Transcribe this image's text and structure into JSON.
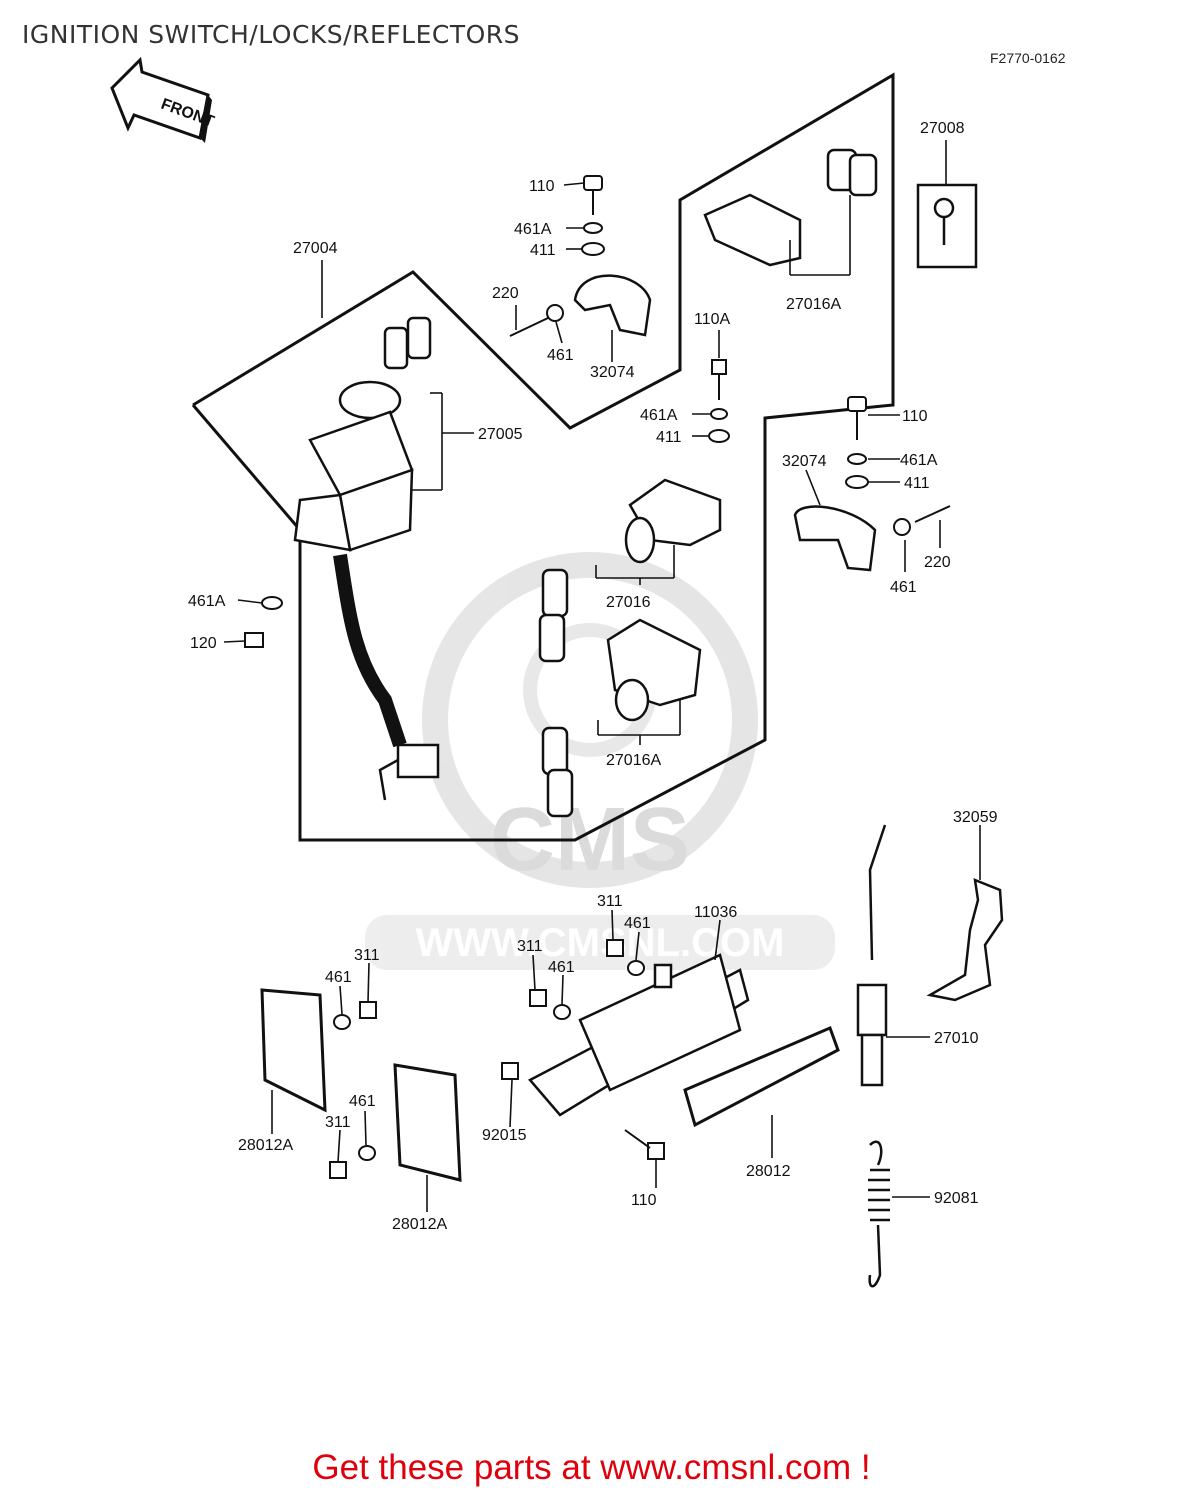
{
  "title": "IGNITION SWITCH/LOCKS/REFLECTORS",
  "figure_code": "F2770-0162",
  "front_arrow_label": "FRONT",
  "watermark": {
    "brand": "CMS",
    "url": "WWW.CMSNL.COM"
  },
  "footer": "Get these parts at www.cmsnl.com !",
  "parts": [
    "110",
    "461A",
    "411",
    "220",
    "461",
    "32074",
    "27016A",
    "27008",
    "27004",
    "110A",
    "461A",
    "411",
    "27005",
    "110",
    "461A",
    "411",
    "32074",
    "220",
    "461",
    "27016",
    "461A",
    "120",
    "27016A",
    "32059",
    "311",
    "461",
    "11036",
    "311",
    "461",
    "311",
    "461",
    "27010",
    "92015",
    "28012A",
    "461",
    "311",
    "28012",
    "110",
    "28012A",
    "92081"
  ]
}
